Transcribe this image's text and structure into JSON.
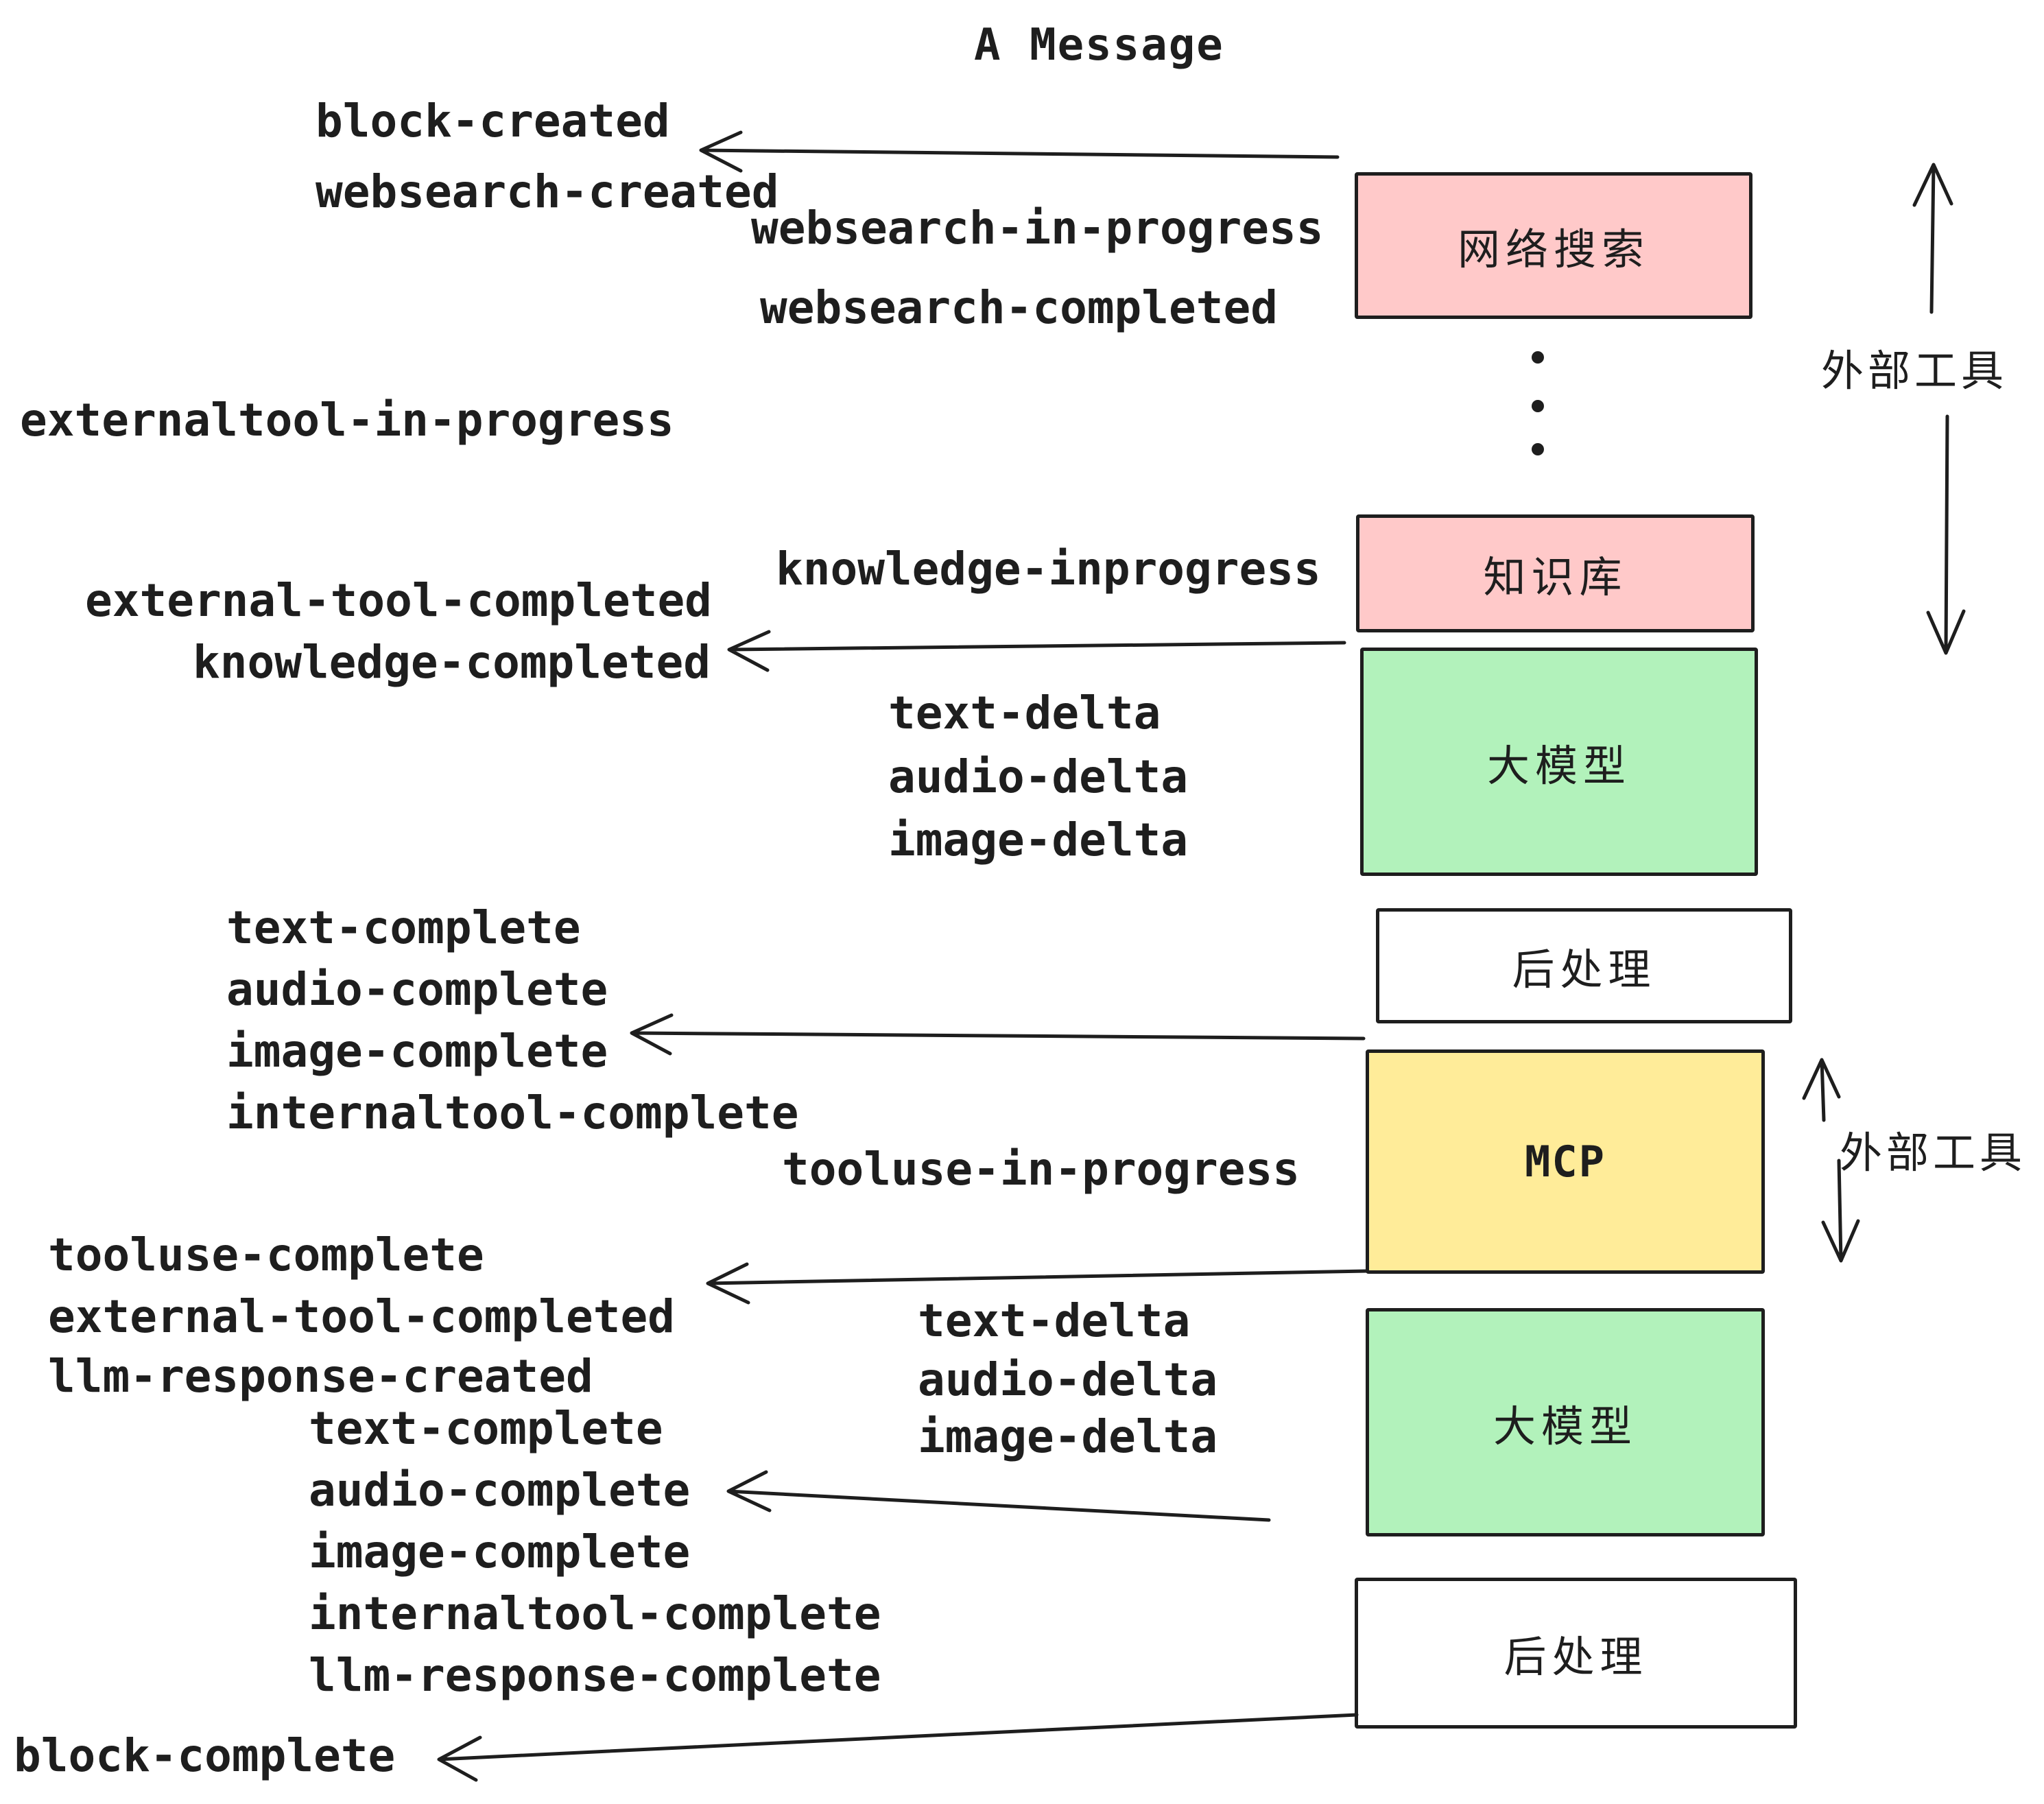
{
  "title": "A Message",
  "colors": {
    "stroke": "#1e1e1e",
    "pink": "#ffc9c9",
    "green": "#b2f2bb",
    "yellow": "#ffec99",
    "white": "#ffffff"
  },
  "events": [
    {
      "id": "block-created",
      "text": "block-created"
    },
    {
      "id": "websearch-created",
      "text": "websearch-created"
    },
    {
      "id": "websearch-in-progress",
      "text": "websearch-in-progress"
    },
    {
      "id": "websearch-completed",
      "text": "websearch-completed"
    },
    {
      "id": "externaltool-in-progress",
      "text": "externaltool-in-progress"
    },
    {
      "id": "knowledge-inprogress",
      "text": "knowledge-inprogress"
    },
    {
      "id": "external-tool-completed",
      "text": "external-tool-completed"
    },
    {
      "id": "knowledge-completed",
      "text": "knowledge-completed"
    },
    {
      "id": "text-delta-1",
      "text": "text-delta"
    },
    {
      "id": "audio-delta-1",
      "text": "audio-delta"
    },
    {
      "id": "image-delta-1",
      "text": "image-delta"
    },
    {
      "id": "text-complete-1",
      "text": "text-complete"
    },
    {
      "id": "audio-complete-1",
      "text": "audio-complete"
    },
    {
      "id": "image-complete-1",
      "text": "image-complete"
    },
    {
      "id": "internaltool-complete-1",
      "text": "internaltool-complete"
    },
    {
      "id": "tooluse-in-progress",
      "text": "tooluse-in-progress"
    },
    {
      "id": "tooluse-complete",
      "text": "tooluse-complete"
    },
    {
      "id": "external-tool-completed-2",
      "text": "external-tool-completed"
    },
    {
      "id": "llm-response-created",
      "text": "llm-response-created"
    },
    {
      "id": "text-delta-2",
      "text": "text-delta"
    },
    {
      "id": "audio-delta-2",
      "text": "audio-delta"
    },
    {
      "id": "image-delta-2",
      "text": "image-delta"
    },
    {
      "id": "text-complete-2",
      "text": "text-complete"
    },
    {
      "id": "audio-complete-2",
      "text": "audio-complete"
    },
    {
      "id": "image-complete-2",
      "text": "image-complete"
    },
    {
      "id": "internaltool-complete-2",
      "text": "internaltool-complete"
    },
    {
      "id": "llm-response-complete",
      "text": "llm-response-complete"
    },
    {
      "id": "block-complete",
      "text": "block-complete"
    }
  ],
  "boxes": [
    {
      "id": "websearch",
      "label": "网络搜索",
      "color": "#ffc9c9"
    },
    {
      "id": "knowledge",
      "label": "知识库",
      "color": "#ffc9c9"
    },
    {
      "id": "llm-1",
      "label": "大模型",
      "color": "#b2f2bb"
    },
    {
      "id": "post-1",
      "label": "后处理",
      "color": "#ffffff"
    },
    {
      "id": "mcp",
      "label": "MCP",
      "color": "#ffec99"
    },
    {
      "id": "llm-2",
      "label": "大模型",
      "color": "#b2f2bb"
    },
    {
      "id": "post-2",
      "label": "后处理",
      "color": "#ffffff"
    }
  ],
  "side_labels": [
    {
      "id": "external-tools-top",
      "text": "外部工具"
    },
    {
      "id": "external-tools-mcp",
      "text": "外部工具"
    }
  ]
}
